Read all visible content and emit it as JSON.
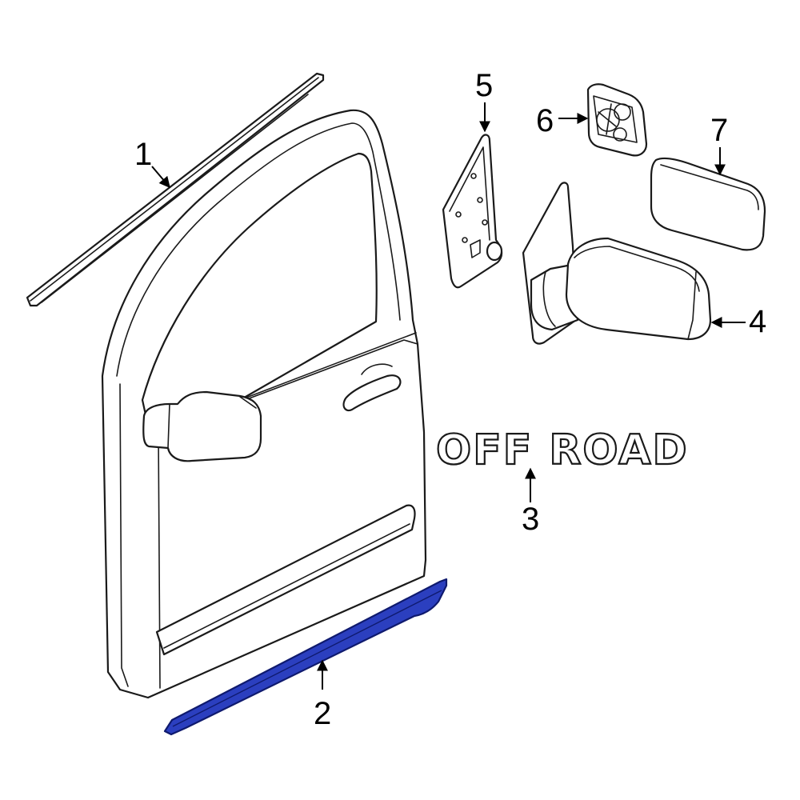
{
  "diagram": {
    "colors": {
      "line": "#1a1a1a",
      "highlight_fill": "#2b3fbf",
      "highlight_stroke": "#0f1a6e",
      "background": "#ffffff"
    },
    "emblem": {
      "text": "OFF ROAD"
    },
    "callouts": [
      {
        "number": "1",
        "part": "belt-molding"
      },
      {
        "number": "2",
        "part": "body-side-molding"
      },
      {
        "number": "3",
        "part": "off-road-emblem"
      },
      {
        "number": "4",
        "part": "mirror-assembly"
      },
      {
        "number": "5",
        "part": "mirror-cover-bracket"
      },
      {
        "number": "6",
        "part": "mirror-motor-backing-plate"
      },
      {
        "number": "7",
        "part": "mirror-glass"
      }
    ],
    "highlighted_part": "2"
  }
}
